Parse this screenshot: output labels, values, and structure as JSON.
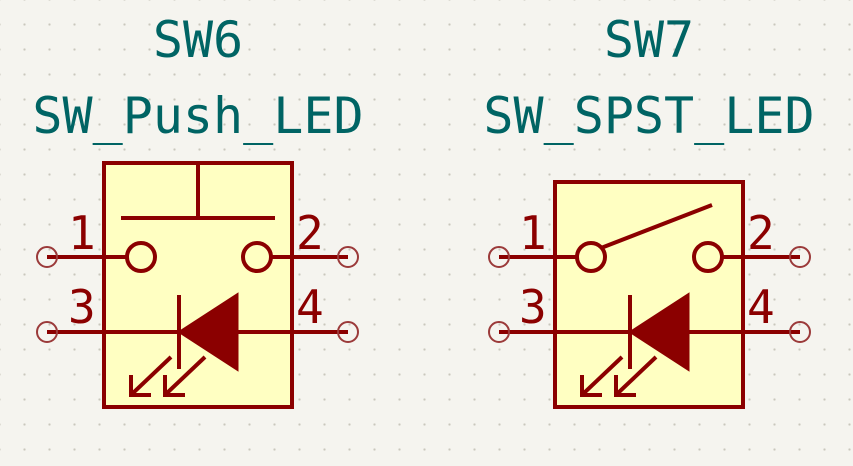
{
  "components": [
    {
      "reference": "SW6",
      "value": "SW_Push_LED",
      "switch_type": "push",
      "pins": [
        "1",
        "2",
        "3",
        "4"
      ]
    },
    {
      "reference": "SW7",
      "value": "SW_SPST_LED",
      "switch_type": "spst",
      "pins": [
        "1",
        "2",
        "3",
        "4"
      ]
    }
  ],
  "colors": {
    "background": "#f5f4ef",
    "reference_text": "#006464",
    "symbol_stroke": "#8b0000",
    "symbol_fill": "#ffffc2"
  }
}
